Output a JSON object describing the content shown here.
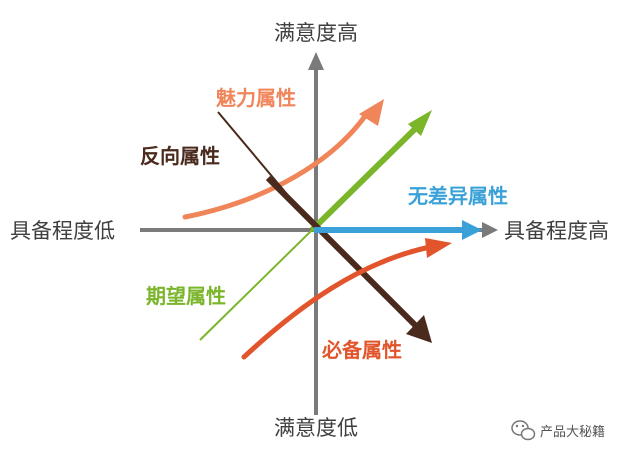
{
  "axes": {
    "y_top_label": "满意度高",
    "y_bottom_label": "满意度低",
    "x_left_label": "具备程度低",
    "x_right_label": "具备程度高",
    "color": "#7a7a7a"
  },
  "attributes": {
    "charm": {
      "label": "魅力属性",
      "color": "#f0855a"
    },
    "reverse": {
      "label": "反向属性",
      "color": "#4a2a1c"
    },
    "indifferent": {
      "label": "无差异属性",
      "color": "#3aa1d8"
    },
    "expected": {
      "label": "期望属性",
      "color": "#7ab52a"
    },
    "must_be": {
      "label": "必备属性",
      "color": "#e2552c"
    }
  },
  "watermark": {
    "text": "产品大秘籍",
    "icon": "wechat-icon"
  }
}
